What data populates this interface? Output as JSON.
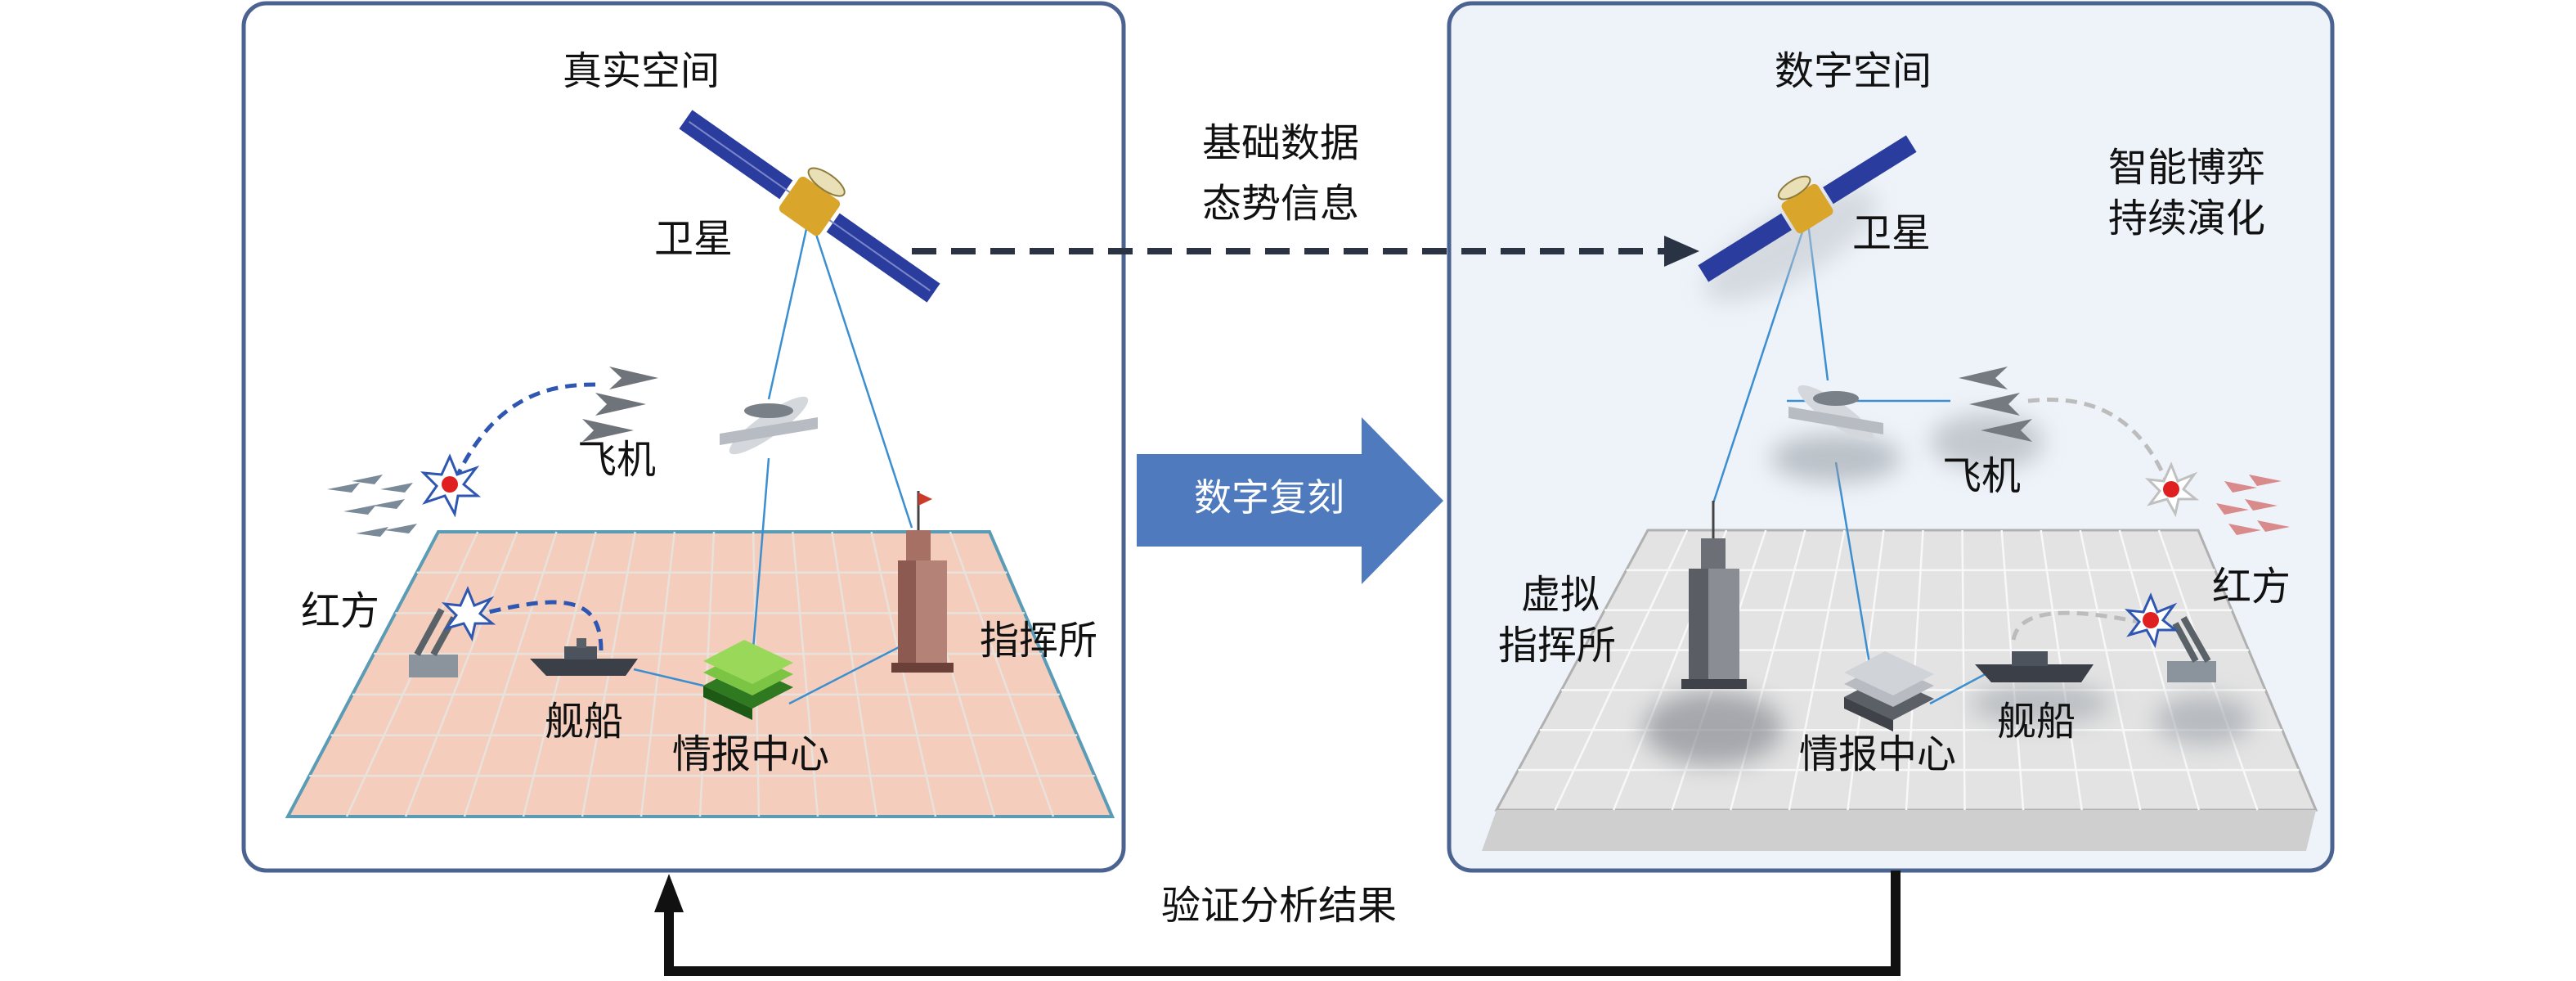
{
  "real_space": {
    "title": "真实空间",
    "satellite": "卫星",
    "aircraft": "飞机",
    "red_side": "红方",
    "ship": "舰船",
    "intel_center": "情报中心",
    "command_post": "指挥所"
  },
  "digital_space": {
    "title": "数字空间",
    "satellite": "卫星",
    "aircraft": "飞机",
    "red_side": "红方",
    "ship": "舰船",
    "intel_center": "情报中心",
    "virtual_command_post_line1": "虚拟",
    "virtual_command_post_line2": "指挥所",
    "evolution_line1": "智能博弈",
    "evolution_line2": "持续演化"
  },
  "flow": {
    "data_line1": "基础数据",
    "data_line2": "态势信息",
    "replication": "数字复刻",
    "feedback": "验证分析结果"
  },
  "colors": {
    "panel_border": "#4a6391",
    "real_grid_fill": "#f4cdbd",
    "digital_panel_fill": "#eef3f9",
    "digital_grid_fill": "#e6e6e6",
    "replication_arrow": "#4f7bbe",
    "link_line": "#3b8fd0",
    "dashed_arrow": "#2a3344"
  }
}
